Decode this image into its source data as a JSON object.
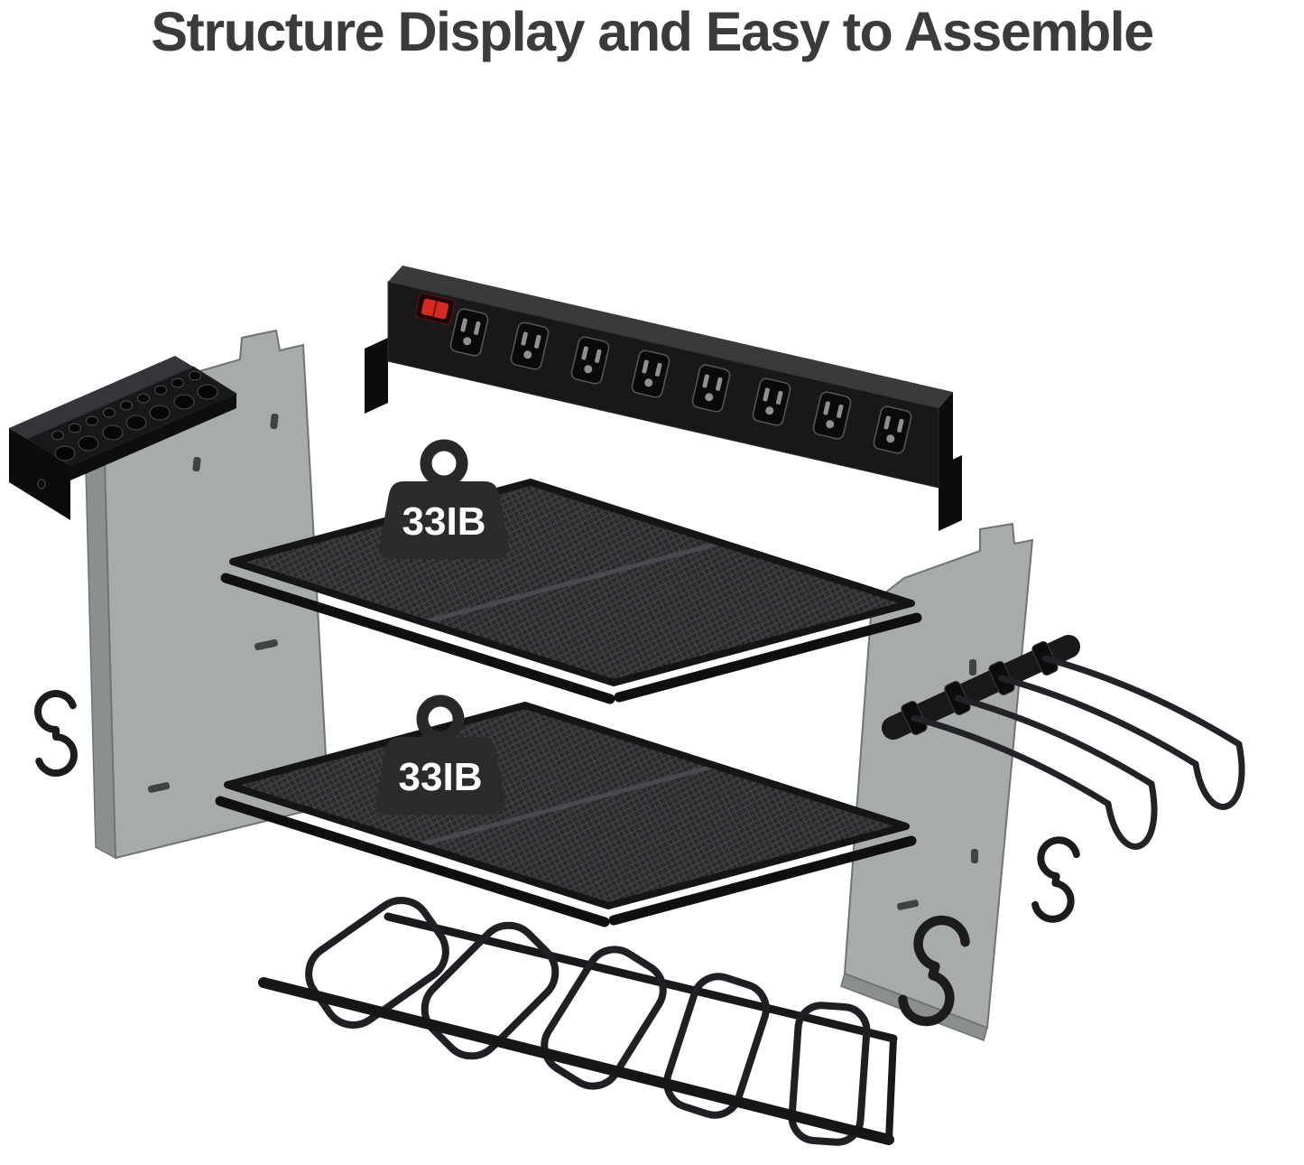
{
  "title": "Structure Display and Easy to Assemble",
  "diagram": {
    "weight_labels": [
      "33IB",
      "33IB"
    ],
    "colors": {
      "background": "#ffffff",
      "title_text": "#3b3b3b",
      "metal_dark": "#18181a",
      "metal_top": "#3a3a3d",
      "panel_gray": "#a7acaa",
      "panel_edge": "#6f7472",
      "mesh_dark": "#2b2b2d",
      "wire_black": "#232327",
      "switch_red": "#d62b20",
      "weight_label_text": "#ffffff"
    },
    "icons": {
      "weight_badge": "kettlebell-weight-icon",
      "power_outlet": "us-outlet-icon",
      "hooks": "s-hook-icon"
    }
  }
}
